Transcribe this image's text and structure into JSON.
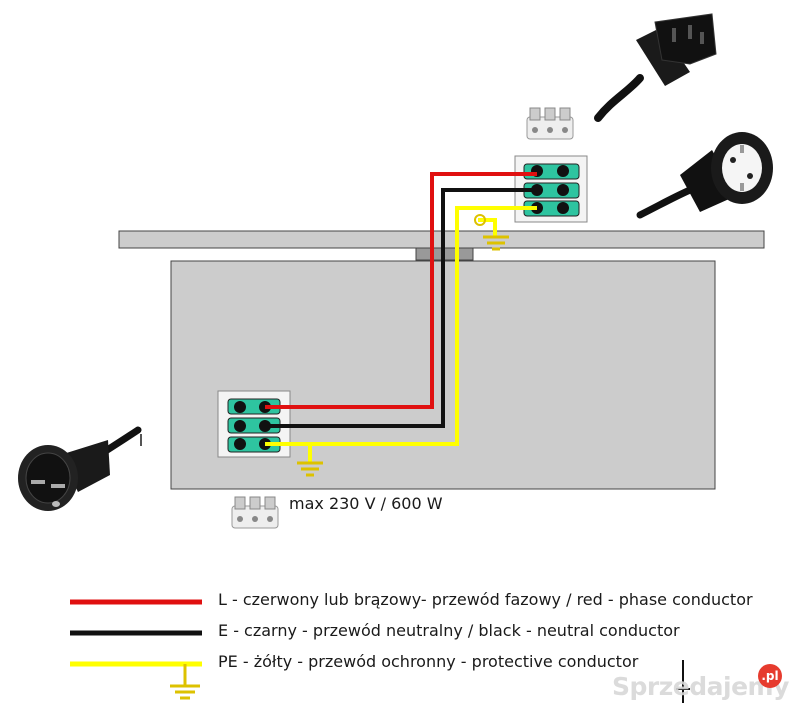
{
  "rating": "max 230 V / 600 W",
  "legend": [
    {
      "text": "L - czerwony lub brązowy- przewód fazowy / red - phase conductor",
      "color": "#e01010"
    },
    {
      "text": "E - czarny - przewód neutralny / black - neutral conductor",
      "color": "#111111"
    },
    {
      "text": "PE - żółty - przewód ochronny - protective conductor",
      "color": "#ffff00"
    }
  ],
  "watermark": {
    "text": "Sprzedajemy",
    "badge": ".pl"
  },
  "colors": {
    "phase": "#e01010",
    "neutral": "#111111",
    "protective": "#ffff00",
    "housing": "#cccccc",
    "terminal": "#2ec4a0"
  },
  "icons": [
    "iec-c13-plug-icon",
    "schuko-socket-icon",
    "schuko-plug-icon",
    "terminal-block-icon",
    "ground-symbol-icon"
  ]
}
